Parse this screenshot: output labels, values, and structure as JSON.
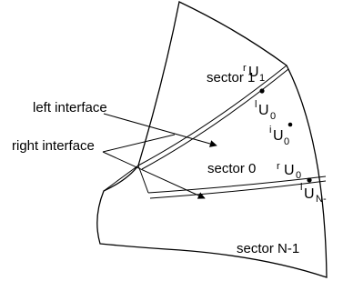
{
  "sectors": {
    "s1": "sector 1",
    "s0": "sector 0",
    "sN": "sector N-1"
  },
  "interfaces": {
    "left": "left interface",
    "right": "right interface"
  },
  "points": {
    "rU1": {
      "sup": "r",
      "base": "U",
      "sub": "1"
    },
    "lU0": {
      "sup": "l",
      "base": "U",
      "sub": "0"
    },
    "iU0": {
      "sup": "i",
      "base": "U",
      "sub": "0"
    },
    "rU0": {
      "sup": "r",
      "base": "U",
      "sub": "0"
    },
    "lUN": {
      "sup": "l",
      "base": "U",
      "sub": "N-"
    }
  }
}
